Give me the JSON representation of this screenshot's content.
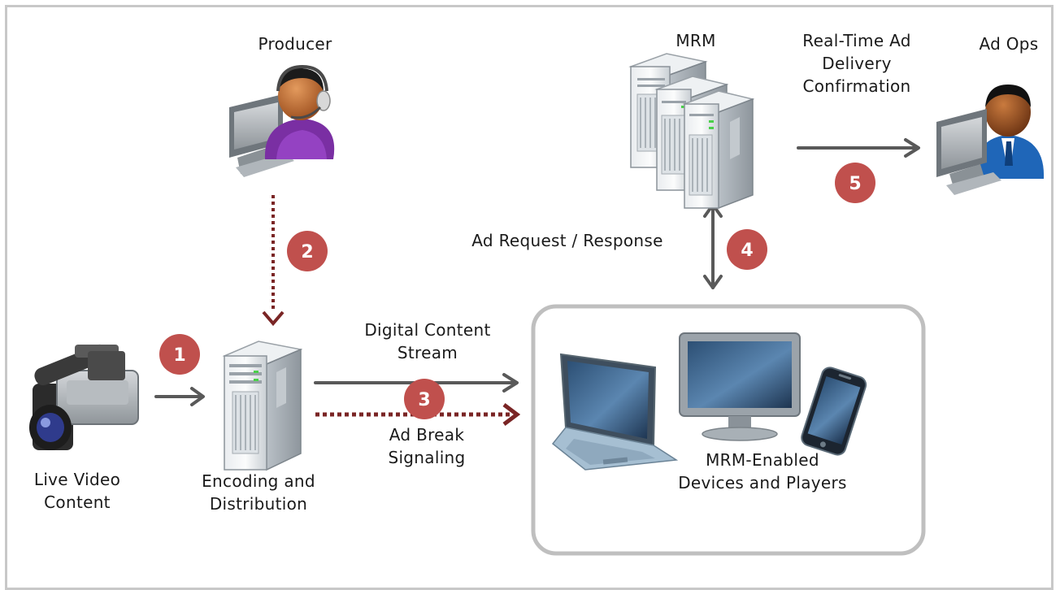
{
  "labels": {
    "producer": "Producer",
    "mrm": "MRM",
    "ad_ops": "Ad Ops",
    "realtime_line1": "Real-Time Ad",
    "realtime_line2": "Delivery",
    "realtime_line3": "Confirmation",
    "ad_request": "Ad Request / Response",
    "digital_line1": "Digital Content",
    "digital_line2": "Stream",
    "adbreak_line1": "Ad Break",
    "adbreak_line2": "Signaling",
    "live_line1": "Live Video",
    "live_line2": "Content",
    "encoding_line1": "Encoding and",
    "encoding_line2": "Distribution",
    "devices_line1": "MRM-Enabled",
    "devices_line2": "Devices and Players"
  },
  "steps": [
    "1",
    "2",
    "3",
    "4",
    "5"
  ],
  "icons": [
    "video-camera-icon",
    "server-icon",
    "server-stack-icon",
    "producer-user-icon",
    "adops-user-icon",
    "laptop-icon",
    "monitor-icon",
    "smartphone-icon"
  ],
  "colors": {
    "badge": "#c0504d",
    "solid_arrow": "#595959",
    "dotted_arrow": "#7a2525",
    "frame": "#c8c8c8",
    "devices_box": "#bfbfbf"
  }
}
